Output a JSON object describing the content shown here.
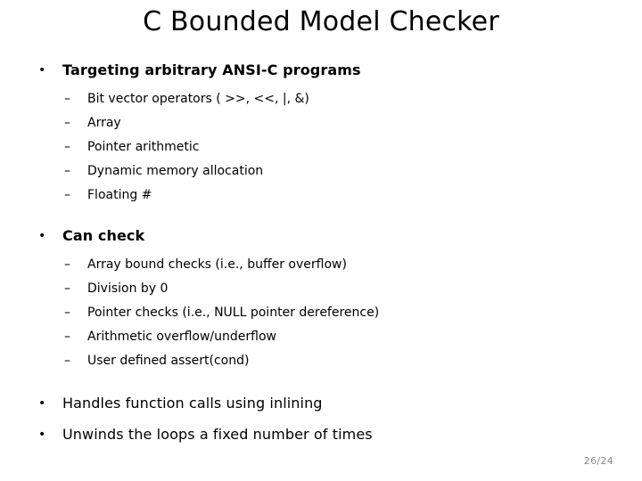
{
  "slide": {
    "title": "C Bounded Model Checker",
    "background_color": "#ffffff",
    "text_color": "#000000",
    "page_number": "26/24",
    "page_number_color": "#8a8a8a",
    "bullet_glyph": "•",
    "dash_glyph": "–"
  },
  "bullets": [
    {
      "label": "Targeting arbitrary ANSI-C programs",
      "emphasis": "bold",
      "sub_items": [
        "Bit vector operators ( >>, <<, |, &)",
        "Array",
        "Pointer arithmetic",
        "Dynamic memory allocation",
        "Floating #"
      ]
    },
    {
      "label": "Can check",
      "emphasis": "bold",
      "sub_items": [
        "Array bound checks (i.e., buffer overflow)",
        "Division by 0",
        "Pointer checks (i.e., NULL pointer dereference)",
        "Arithmetic overflow/underflow",
        "User defined assert(cond)"
      ]
    },
    {
      "label": "Handles function calls using inlining",
      "emphasis": "normal",
      "sub_items": []
    },
    {
      "label": "Unwinds the loops a fixed number of times",
      "emphasis": "normal",
      "sub_items": []
    }
  ]
}
